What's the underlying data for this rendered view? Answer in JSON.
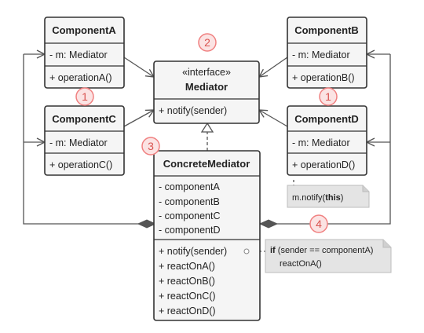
{
  "classes": {
    "component_a": {
      "title": "ComponentA",
      "field": "- m: Mediator",
      "method": "+ operationA()"
    },
    "component_b": {
      "title": "ComponentB",
      "field": "- m: Mediator",
      "method": "+ operationB()"
    },
    "component_c": {
      "title": "ComponentC",
      "field": "- m: Mediator",
      "method": "+ operationC()"
    },
    "component_d": {
      "title": "ComponentD",
      "field": "- m: Mediator",
      "method": "+ operationD()"
    },
    "mediator": {
      "stereotype": "«interface»",
      "title": "Mediator",
      "method": "+ notify(sender)"
    },
    "concrete_mediator": {
      "title": "ConcreteMediator",
      "fields": [
        "- componentA",
        "- componentB",
        "- componentC",
        "- componentD"
      ],
      "methods": [
        "+ notify(sender)",
        "+ reactOnA()",
        "+ reactOnB()",
        "+ reactOnC()",
        "+ reactOnD()"
      ]
    }
  },
  "notes": {
    "notify_note": {
      "prefix": "m.notify(",
      "keyword": "this",
      "suffix": ")"
    },
    "if_note": {
      "keyword": "if",
      "condition": " (sender == componentA)",
      "line2": "reactOnA()"
    }
  },
  "markers": {
    "m1a": "1",
    "m1b": "1",
    "m2": "2",
    "m3": "3",
    "m4": "4"
  },
  "colors": {
    "box_fill": "#f5f5f5",
    "box_stroke": "#333333",
    "note_fill": "#e4e4e4",
    "marker_fill": "#fbe3e3",
    "marker_stroke": "#f08080",
    "marker_text": "#d9534f",
    "line": "#555555"
  }
}
